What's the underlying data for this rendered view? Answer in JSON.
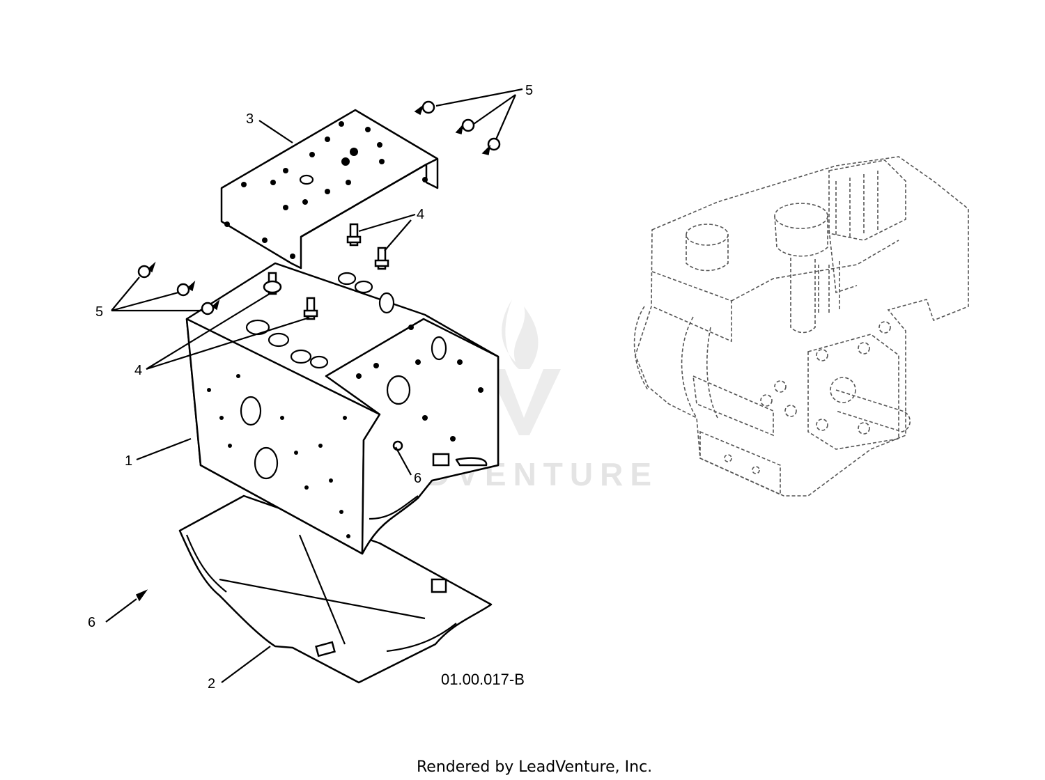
{
  "callouts": {
    "c1": "1",
    "c2": "2",
    "c3": "3",
    "c4_top": "4",
    "c4_left": "4",
    "c5_top": "5",
    "c5_left": "5",
    "c6_right": "6",
    "c6_left": "6"
  },
  "drawing_id": "01.00.017-B",
  "watermark": "LEADVENTURE",
  "footer": "Rendered by LeadVenture, Inc."
}
